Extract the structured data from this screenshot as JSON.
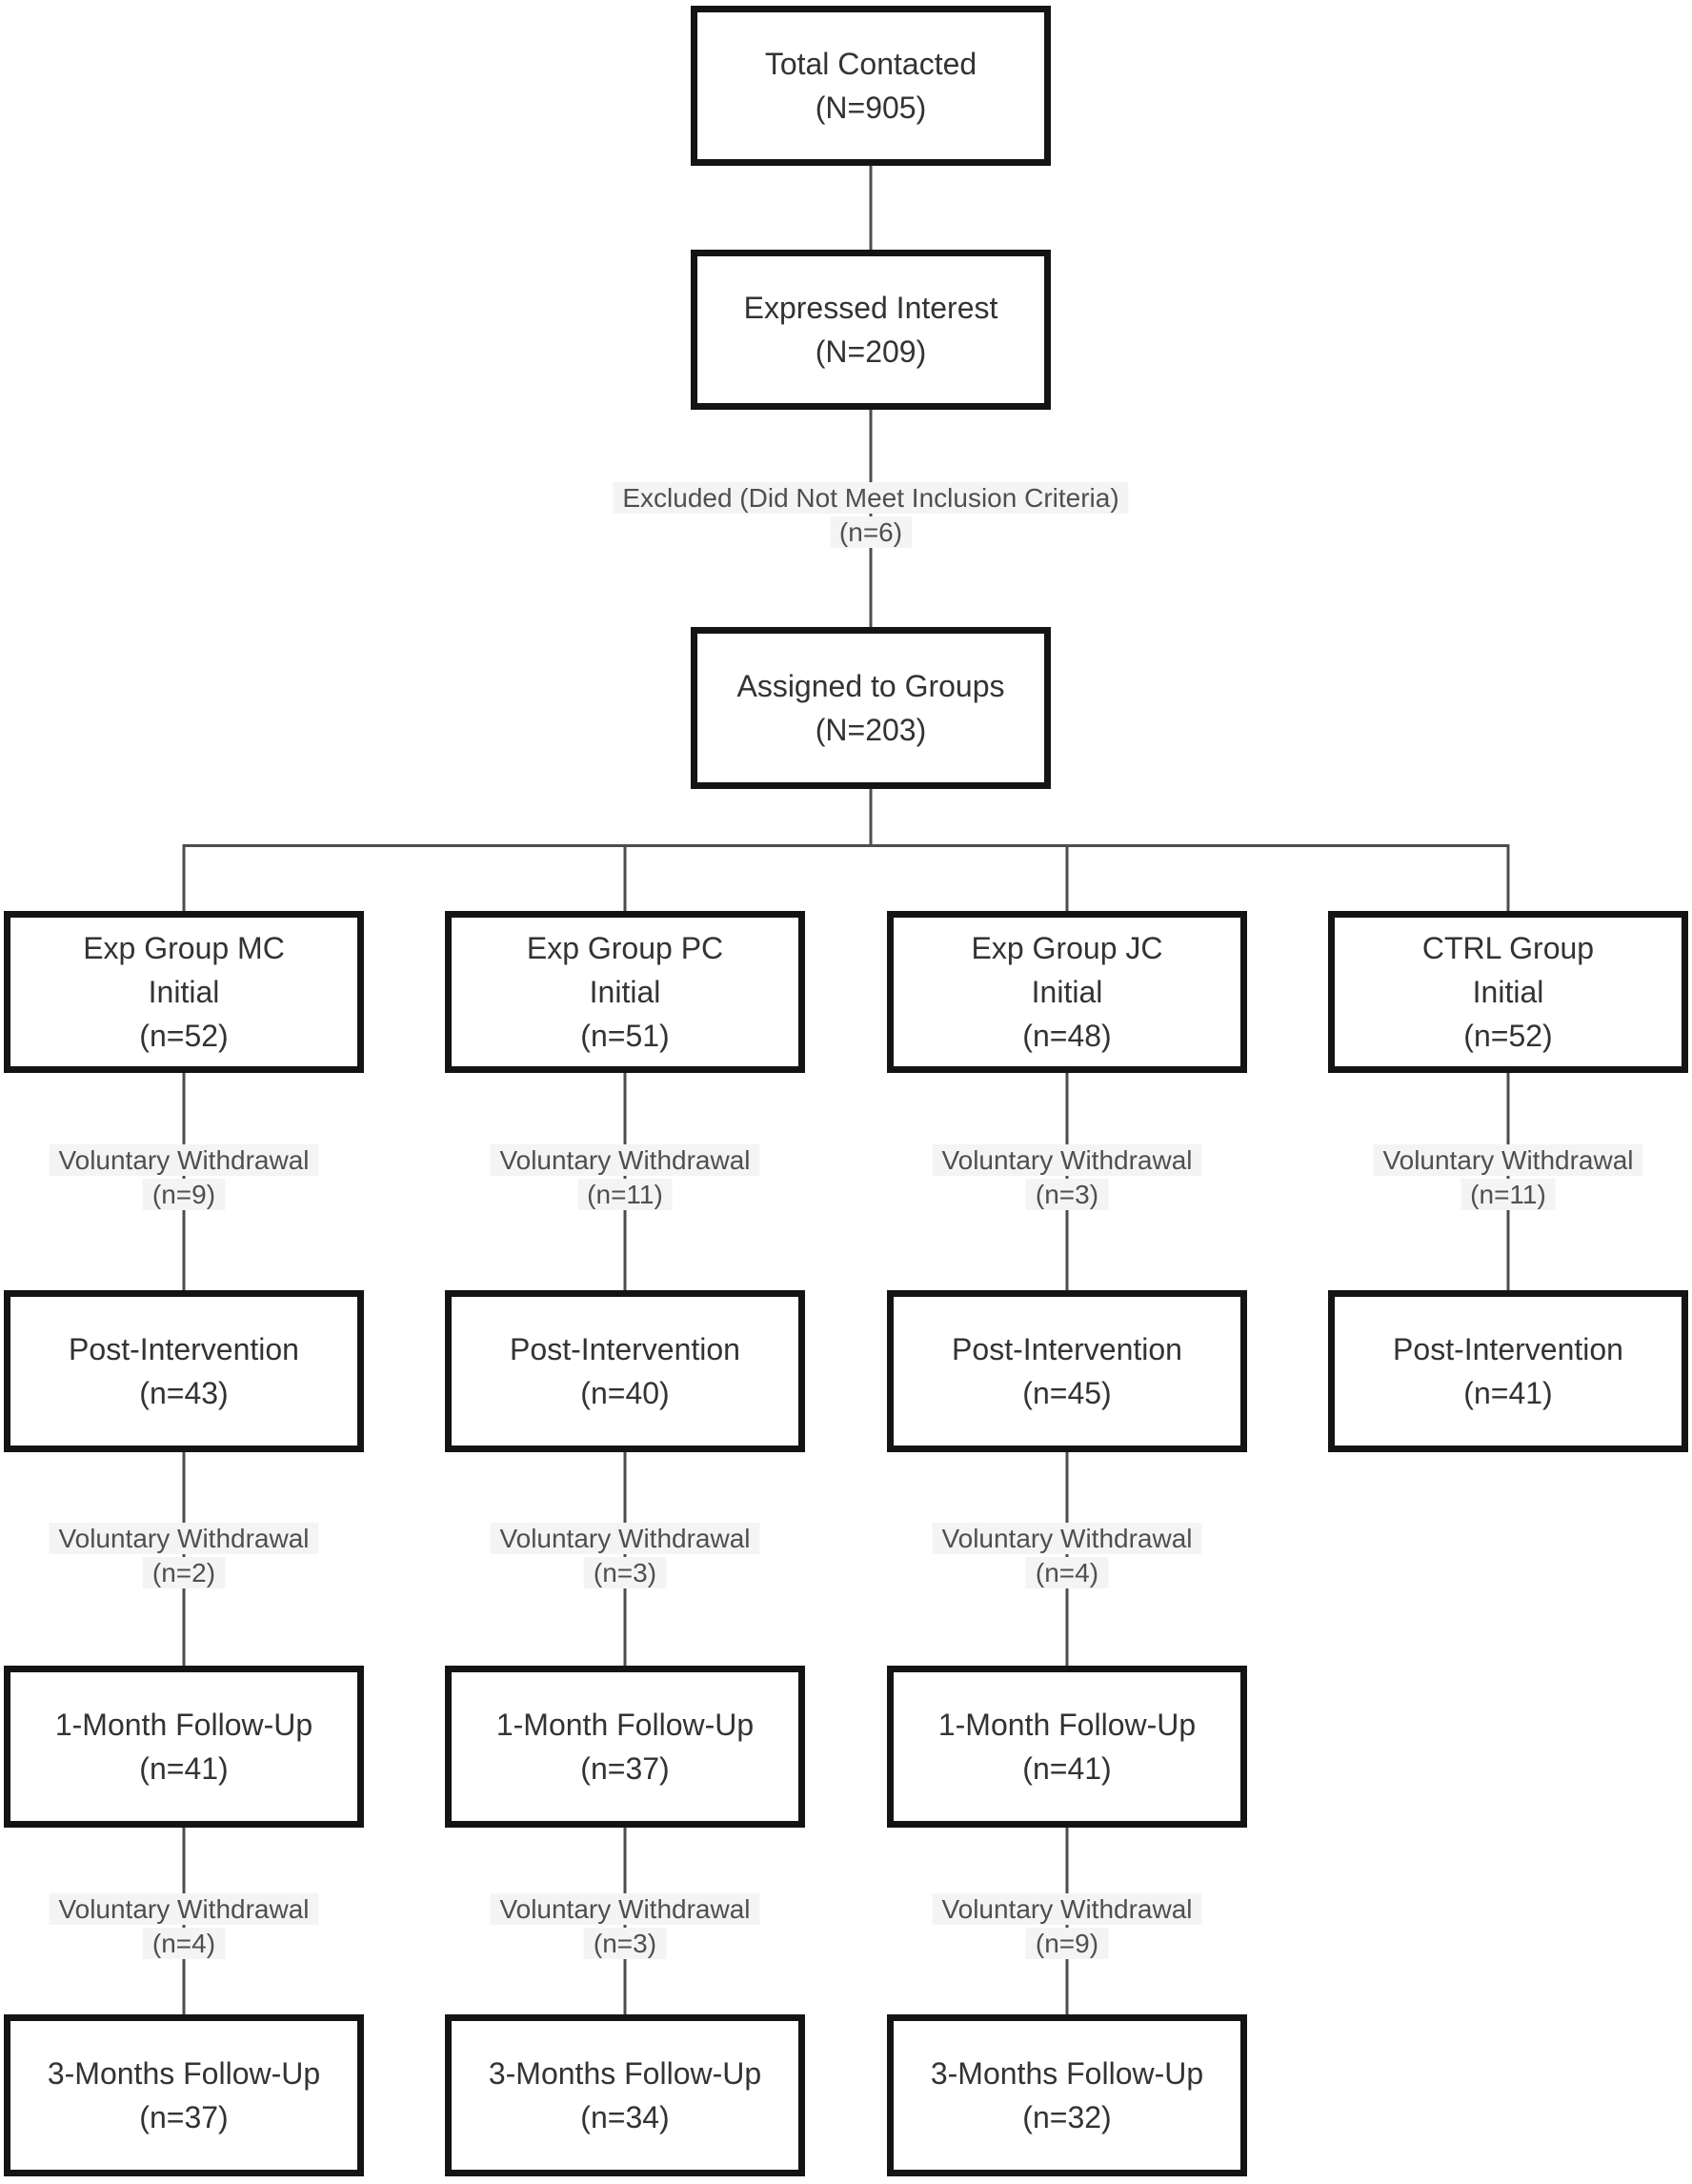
{
  "theme": {
    "background": "#ffffff",
    "box_border": "#141414",
    "node_text": "#333333",
    "connector": "#4d4d4d",
    "edge_label_text": "#4f4f4f",
    "edge_label_bg": "#f4f4f4"
  },
  "flow": {
    "total": {
      "title": "Total Contacted",
      "count": "(N=905)"
    },
    "interest": {
      "title": "Expressed Interest",
      "count": "(N=209)"
    },
    "excluded": {
      "title": "Excluded (Did Not Meet Inclusion Criteria)",
      "count": "(n=6)"
    },
    "assigned": {
      "title": "Assigned to Groups",
      "count": "(N=203)"
    },
    "columns": [
      {
        "group": "mc",
        "initial": {
          "title": "Exp Group MC",
          "subtitle": "Initial",
          "count": "(n=52)"
        },
        "withdrawal1": {
          "title": "Voluntary Withdrawal",
          "count": "(n=9)"
        },
        "post": {
          "title": "Post-Intervention",
          "count": "(n=43)"
        },
        "withdrawal2": {
          "title": "Voluntary Withdrawal",
          "count": "(n=2)"
        },
        "month1": {
          "title": "1-Month Follow-Up",
          "count": "(n=41)"
        },
        "withdrawal3": {
          "title": "Voluntary Withdrawal",
          "count": "(n=4)"
        },
        "month3": {
          "title": "3-Months Follow-Up",
          "count": "(n=37)"
        }
      },
      {
        "group": "pc",
        "initial": {
          "title": "Exp Group PC",
          "subtitle": "Initial",
          "count": "(n=51)"
        },
        "withdrawal1": {
          "title": "Voluntary Withdrawal",
          "count": "(n=11)"
        },
        "post": {
          "title": "Post-Intervention",
          "count": "(n=40)"
        },
        "withdrawal2": {
          "title": "Voluntary Withdrawal",
          "count": "(n=3)"
        },
        "month1": {
          "title": "1-Month Follow-Up",
          "count": "(n=37)"
        },
        "withdrawal3": {
          "title": "Voluntary Withdrawal",
          "count": "(n=3)"
        },
        "month3": {
          "title": "3-Months Follow-Up",
          "count": "(n=34)"
        }
      },
      {
        "group": "jc",
        "initial": {
          "title": "Exp Group JC",
          "subtitle": "Initial",
          "count": "(n=48)"
        },
        "withdrawal1": {
          "title": "Voluntary Withdrawal",
          "count": "(n=3)"
        },
        "post": {
          "title": "Post-Intervention",
          "count": "(n=45)"
        },
        "withdrawal2": {
          "title": "Voluntary Withdrawal",
          "count": "(n=4)"
        },
        "month1": {
          "title": "1-Month Follow-Up",
          "count": "(n=41)"
        },
        "withdrawal3": {
          "title": "Voluntary Withdrawal",
          "count": "(n=9)"
        },
        "month3": {
          "title": "3-Months Follow-Up",
          "count": "(n=32)"
        }
      },
      {
        "group": "ctrl",
        "initial": {
          "title": "CTRL Group",
          "subtitle": "Initial",
          "count": "(n=52)"
        },
        "withdrawal1": {
          "title": "Voluntary Withdrawal",
          "count": "(n=11)"
        },
        "post": {
          "title": "Post-Intervention",
          "count": "(n=41)"
        }
      }
    ]
  }
}
